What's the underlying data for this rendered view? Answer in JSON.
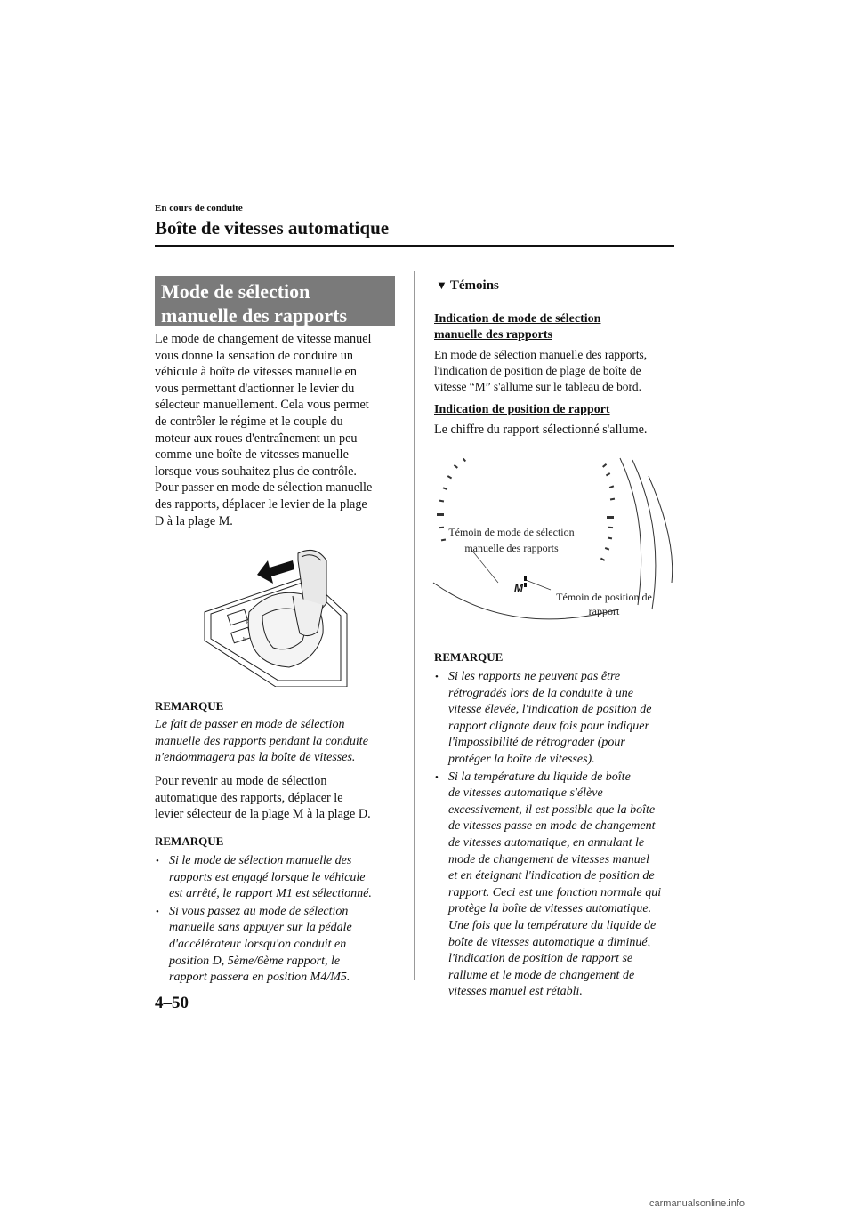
{
  "header": {
    "breadcrumb": "En cours de conduite",
    "title": "Boîte de vitesses automatique"
  },
  "left": {
    "section_title_line1": "Mode de sélection",
    "section_title_line2": "manuelle des rapports",
    "para1_lines": [
      "Le mode de changement de vitesse manuel",
      "vous donne la sensation de conduire un",
      "véhicule à boîte de vitesses manuelle en",
      "vous permettant d'actionner le levier du",
      "sélecteur manuellement. Cela vous permet",
      "de contrôler le régime et le couple du",
      "moteur aux roues d'entraînement un peu",
      "comme une boîte de vitesses manuelle",
      "lorsque vous souhaitez plus de contrôle.",
      "Pour passer en mode de sélection manuelle",
      "des rapports, déplacer le levier de la plage",
      "D à la plage M."
    ],
    "note1_head": "REMARQUE",
    "note1_lines": [
      "Le fait de passer en mode de sélection",
      "manuelle des rapports pendant la conduite",
      "n'endommagera pas la boîte de vitesses."
    ],
    "para2_lines": [
      "Pour revenir au mode de sélection",
      "automatique des rapports, déplacer le",
      "levier sélecteur de la plage M à la plage D."
    ],
    "note2_head": "REMARQUE",
    "note2_bullets": [
      [
        "Si le mode de sélection manuelle des",
        "rapports est engagé lorsque le véhicule",
        "est arrêté, le rapport M1 est sélectionné."
      ],
      [
        "Si vous passez au mode de sélection",
        "manuelle sans appuyer sur la pédale",
        "d'accélérateur lorsqu'on conduit en",
        "position D, 5ème/6ème rapport, le",
        "rapport passera en position M4/M5."
      ]
    ]
  },
  "right": {
    "section_title": "Témoins",
    "sub1_lines": [
      "Indication de mode de sélection",
      "manuelle des rapports"
    ],
    "para1_lines": [
      "En mode de sélection manuelle des rapports,",
      "l'indication de position de plage de boîte de",
      "vitesse “M” s'allume sur le tableau de bord."
    ],
    "sub2": "Indication de position de rapport",
    "para2": "Le chiffre du rapport sélectionné s'allume.",
    "figure": {
      "callout_mode_line1": "Témoin de mode de sélection",
      "callout_mode_line2": "manuelle des rapports",
      "callout_position_line1": "Témoin de position de",
      "callout_position_line2": "rapport",
      "indicator": "M"
    },
    "note3_head": "REMARQUE",
    "note3_bullets": [
      [
        "Si les rapports ne peuvent pas être",
        "rétrogradés lors de la conduite à une",
        "vitesse élevée, l'indication de position de",
        "rapport clignote deux fois pour indiquer",
        "l'impossibilité de rétrograder (pour",
        "protéger la boîte de vitesses)."
      ],
      [
        "Si la température du liquide de boîte",
        "de vitesses automatique s'élève",
        "excessivement, il est possible que la boîte",
        "de vitesses passe en mode de changement",
        "de vitesses automatique, en annulant le",
        "mode de changement de vitesses manuel",
        "et en éteignant l'indication de position de",
        "rapport. Ceci est une fonction normale qui",
        "protège la boîte de vitesses automatique.",
        "Une fois que la température du liquide de",
        "boîte de vitesses automatique a diminué,",
        "l'indication de position de rapport se",
        "rallume et le mode de changement de",
        "vitesses manuel est rétabli."
      ]
    ]
  },
  "footer": {
    "page_number": "4–50",
    "watermark": "carmanualsonline.info"
  }
}
